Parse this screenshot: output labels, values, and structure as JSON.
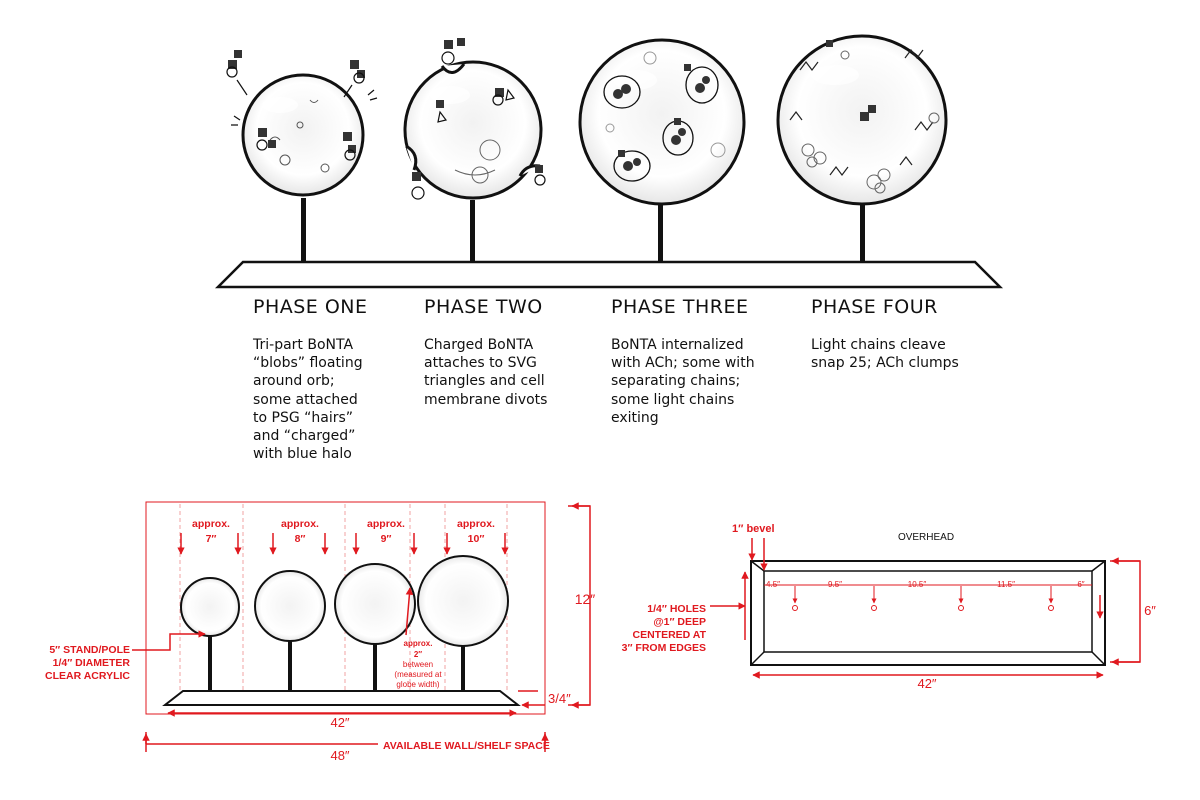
{
  "phases": [
    {
      "title": "PHASE ONE",
      "description": "Tri-part BoNTA “blobs” floating around orb; some attached to PSG “hairs” and “charged” with blue halo"
    },
    {
      "title": "PHASE TWO",
      "description": "Charged BoNTA attaches to SVG triangles and cell membrane divots"
    },
    {
      "title": "PHASE THREE",
      "description": "BoNTA internalized with ACh; some with separating chains; some light chains exiting"
    },
    {
      "title": "PHASE FOUR",
      "description": "Light chains cleave snap 25; ACh clumps"
    }
  ],
  "elevation": {
    "sizes": [
      {
        "approx": "approx.",
        "value": "7″"
      },
      {
        "approx": "approx.",
        "value": "8″"
      },
      {
        "approx": "approx.",
        "value": "9″"
      },
      {
        "approx": "approx.",
        "value": "10″"
      }
    ],
    "height": "12″",
    "base_height": "3/4″",
    "base_width": "42″",
    "wall_space": "48″",
    "wall_space_label": "AVAILABLE WALL/SHELF SPACE",
    "stand_note": [
      "5″ STAND/POLE",
      "1/4″ DIAMETER",
      "CLEAR ACRYLIC"
    ],
    "spacing_note": [
      "approx.",
      "2″",
      "between",
      "(measured at",
      "globe width)"
    ]
  },
  "overhead": {
    "title": "OVERHEAD",
    "bevel": "1″ bevel",
    "spacings": [
      "4.5″",
      "9.5″",
      "10.5″",
      "11.5″",
      "6″"
    ],
    "depth": "6″",
    "width": "42″",
    "holes_note": [
      "1/4″ HOLES",
      "@1″ DEEP",
      "CENTERED AT",
      "3″ FROM EDGES"
    ]
  },
  "colors": {
    "annotation": "#e0191f",
    "ink": "#111111",
    "guide": "#f2a3a3"
  }
}
